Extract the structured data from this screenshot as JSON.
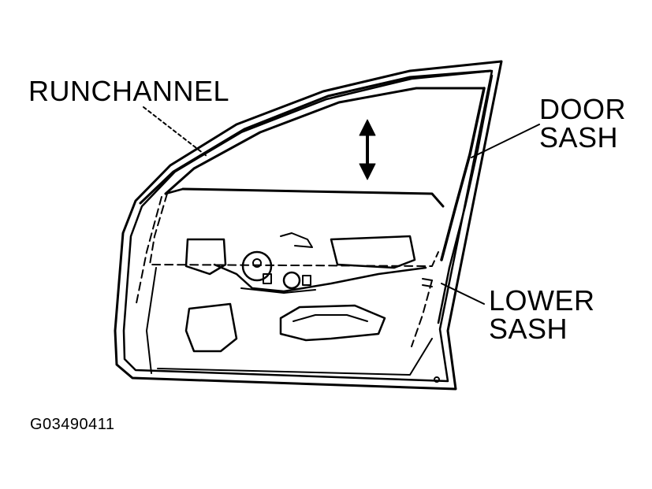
{
  "labels": {
    "runchannel": "RUNCHANNEL",
    "door_sash_line1": "DOOR",
    "door_sash_line2": "SASH",
    "lower_sash_line1": "LOWER",
    "lower_sash_line2": "SASH",
    "figure_code": "G03490411"
  },
  "colors": {
    "ink": "#000000",
    "paper": "#ffffff"
  }
}
